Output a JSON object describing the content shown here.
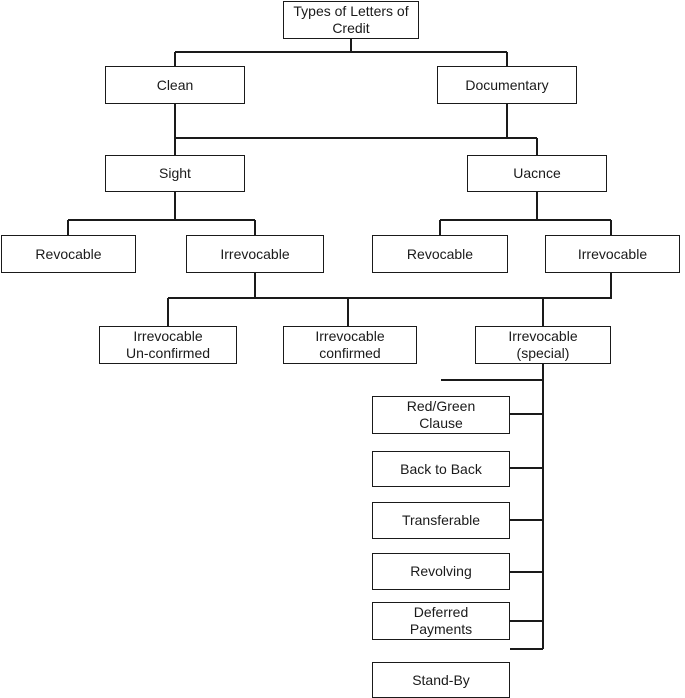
{
  "diagram": {
    "nodes": {
      "root": "Types of Letters of Credit",
      "clean": "Clean",
      "documentary": "Documentary",
      "sight": "Sight",
      "usance": "Uacnce",
      "sight_revocable": "Revocable",
      "sight_irrevocable": "Irrevocable",
      "usance_revocable": "Revocable",
      "usance_irrevocable": "Irrevocable",
      "irrevocable_unconfirmed": "Irrevocable\nUn-confirmed",
      "irrevocable_confirmed": "Irrevocable\nconfirmed",
      "irrevocable_special": "Irrevocable\n(special)",
      "red_green_clause": "Red/Green\nClause",
      "back_to_back": "Back to Back",
      "transferable": "Transferable",
      "revolving": "Revolving",
      "deferred_payments": "Deferred\nPayments",
      "stand_by": "Stand-By"
    }
  }
}
